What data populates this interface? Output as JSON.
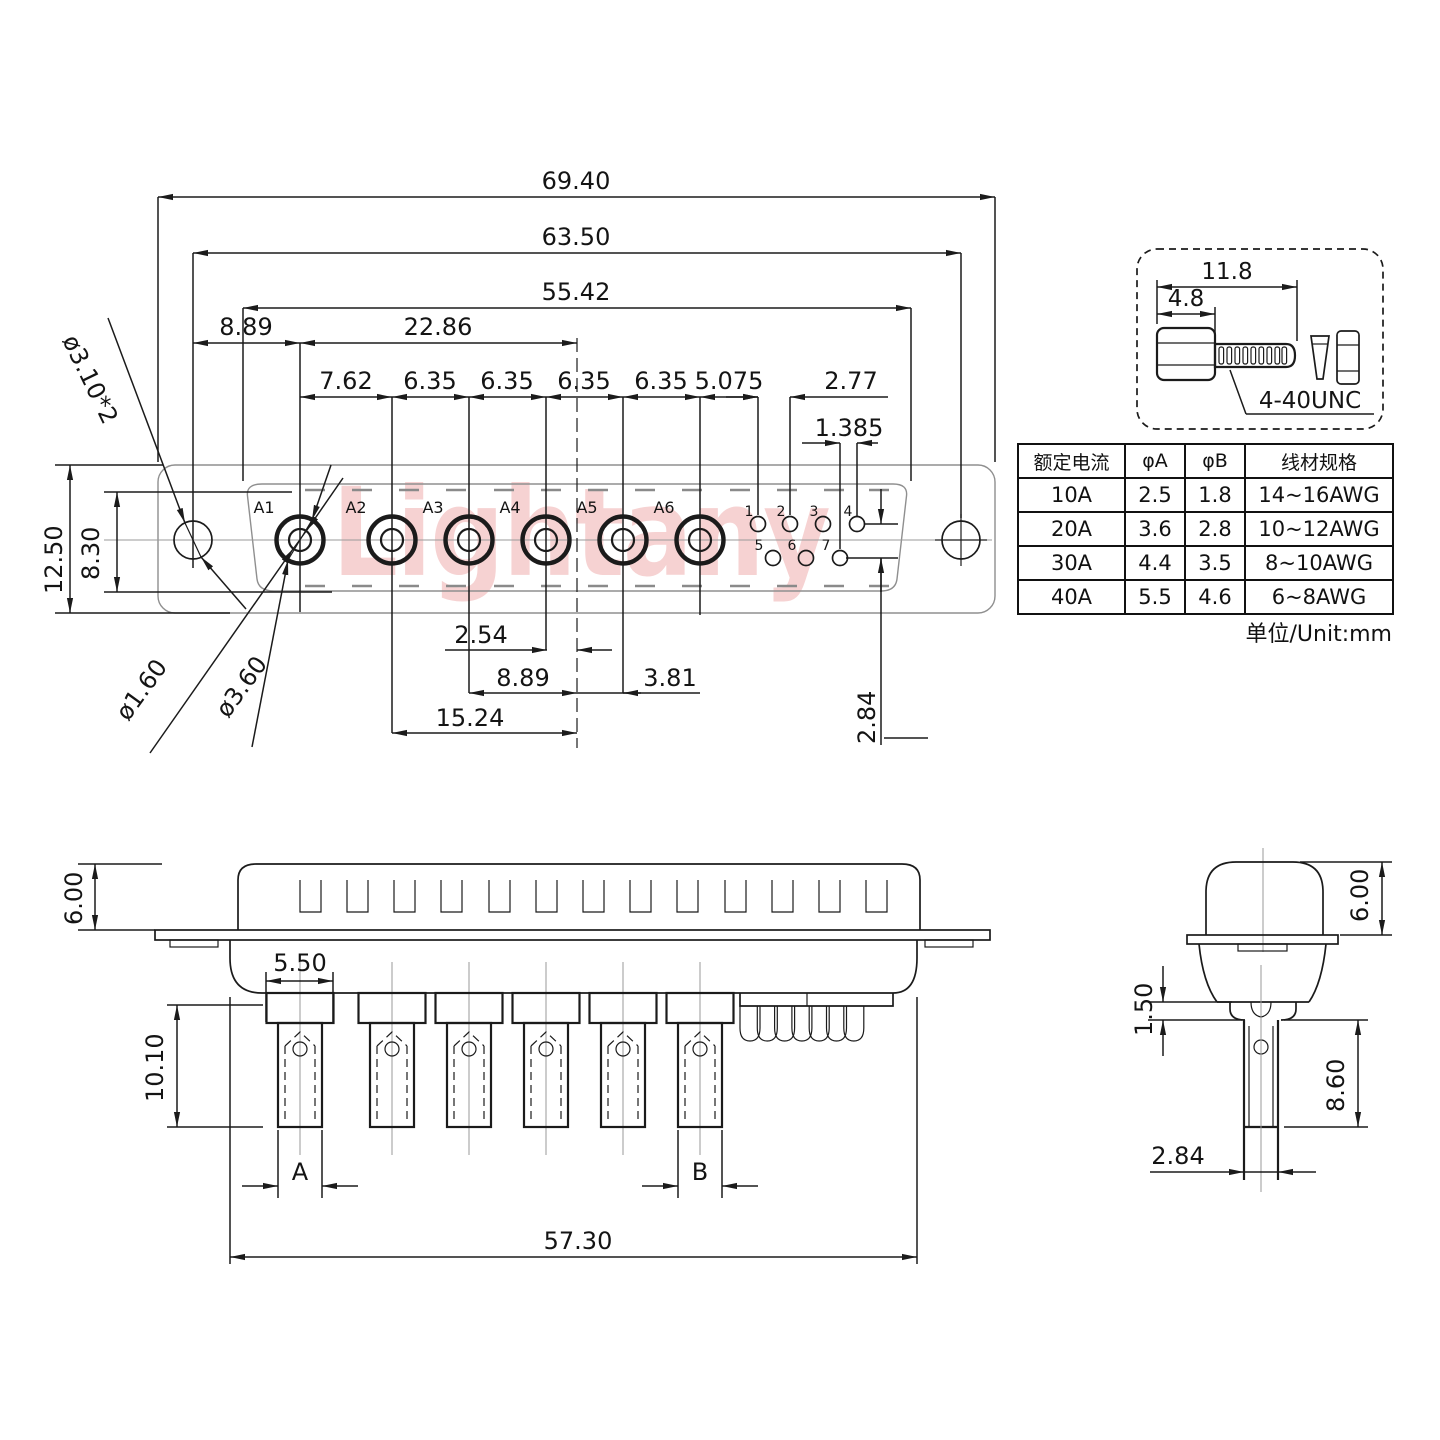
{
  "watermark": {
    "text": "Lightany"
  },
  "front_view": {
    "dim_overall_width": "69.40",
    "dim_hole_spacing": "63.50",
    "dim_opening_width": "55.42",
    "dim_hole_to_a1": "8.89",
    "dim_a1_to_center": "22.86",
    "pitch_dims": [
      "7.62",
      "6.35",
      "6.35",
      "6.35",
      "6.35",
      "5.075",
      "2.77"
    ],
    "dim_row_offset": "1.385",
    "dim_shell_height": "12.50",
    "dim_opening_height": "8.30",
    "dim_half_pitch": "2.54",
    "dim_a3_to_center": "8.89",
    "dim_center_to_a5": "3.81",
    "dim_a2_to_center": "15.24",
    "dim_pin_row_gap": "2.84",
    "label_mount_hole": "ø3.10*2",
    "label_pin_hole": "ø1.60",
    "label_contact_hole": "ø3.60",
    "contact_labels": [
      "A1",
      "A2",
      "A3",
      "A4",
      "A5",
      "A6"
    ],
    "pin_labels": [
      "1",
      "2",
      "3",
      "4",
      "5",
      "6",
      "7"
    ]
  },
  "screw_detail": {
    "dim_total_length": "11.8",
    "dim_head_length": "4.8",
    "thread_label": "4-40UNC"
  },
  "spec_table": {
    "headers": [
      "额定电流",
      "φA",
      "φB",
      "线材规格"
    ],
    "rows": [
      [
        "10A",
        "2.5",
        "1.8",
        "14~16AWG"
      ],
      [
        "20A",
        "3.6",
        "2.8",
        "10~12AWG"
      ],
      [
        "30A",
        "4.4",
        "3.5",
        "8~10AWG"
      ],
      [
        "40A",
        "5.5",
        "4.6",
        "6~8AWG"
      ]
    ],
    "unit_note": "单位/Unit:mm"
  },
  "side_view": {
    "dim_shell_height": "6.00",
    "dim_terminal_width": "5.50",
    "dim_terminal_length": "10.10",
    "dim_overall_width": "57.30",
    "label_a": "A",
    "label_b": "B"
  },
  "end_view": {
    "dim_shell_height": "6.00",
    "dim_flange_gap": "1.50",
    "dim_barrel_length": "8.60",
    "dim_barrel_width": "2.84"
  }
}
